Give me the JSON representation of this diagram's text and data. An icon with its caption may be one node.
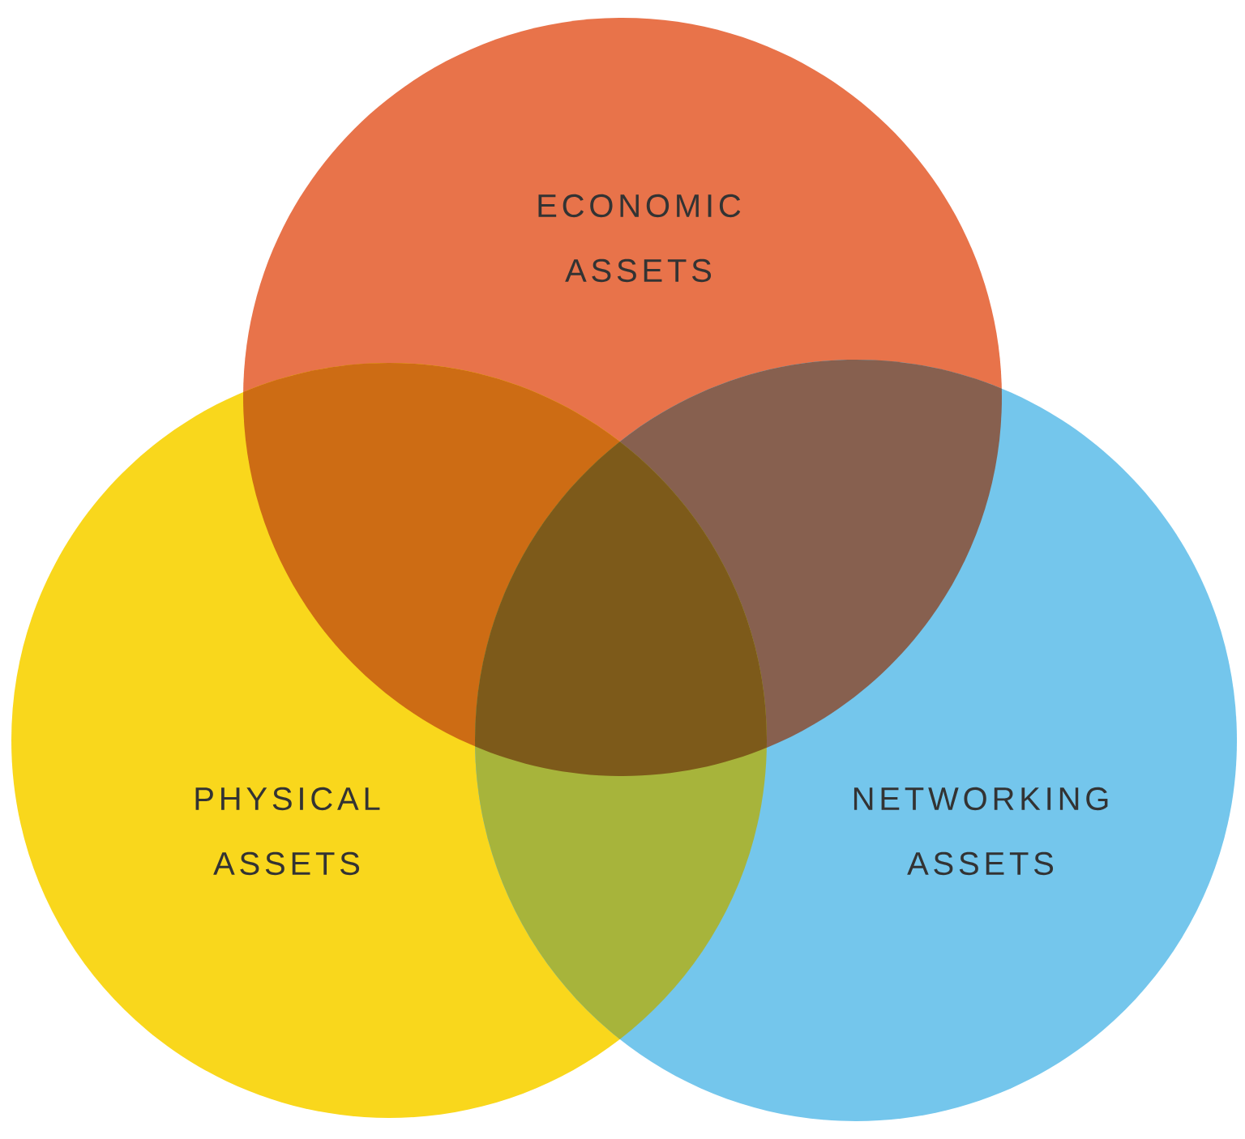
{
  "diagram": {
    "nodes": [
      {
        "text": [
          "ECONOMIC ASSETS"
        ]
      },
      {
        "text": [
          "PHYSICAL ASSETS"
        ]
      },
      {
        "text": [
          "NETWORKING ASSETS"
        ]
      }
    ]
  }
}
